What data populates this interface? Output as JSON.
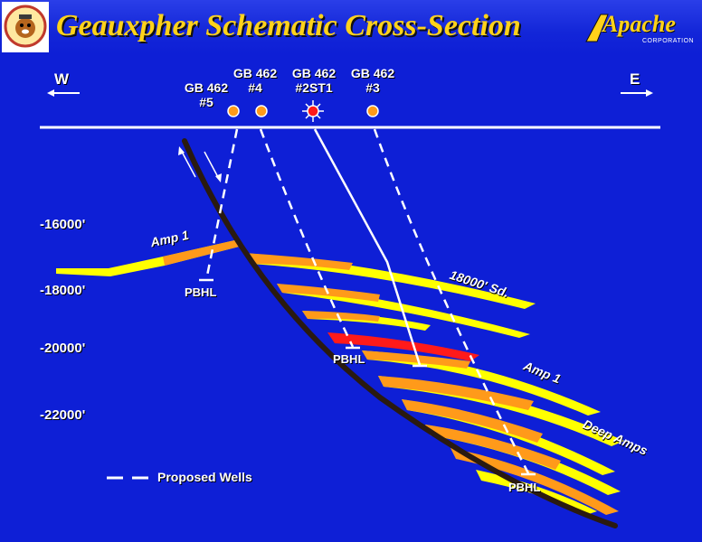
{
  "title": "Geauxpher Schematic Cross-Section",
  "brand": {
    "name": "Apache",
    "subtitle": "CORPORATION"
  },
  "compass": {
    "west": "W",
    "east": "E"
  },
  "wells": [
    {
      "id": "gb462-5",
      "line1": "GB 462",
      "line2": "#5",
      "type": "proposed"
    },
    {
      "id": "gb462-4",
      "line1": "GB 462",
      "line2": "#4",
      "type": "proposed"
    },
    {
      "id": "gb462-2st1",
      "line1": "GB 462",
      "line2": "#2ST1",
      "type": "existing"
    },
    {
      "id": "gb462-3",
      "line1": "GB 462",
      "line2": "#3",
      "type": "proposed"
    }
  ],
  "depth_labels": [
    "-16000'",
    "-18000'",
    "-20000'",
    "-22000'"
  ],
  "pbhl_labels": [
    "PBHL",
    "PBHL",
    "PBHL"
  ],
  "layer_labels": {
    "amp1_west": "Amp 1",
    "sd_18000": "18000' Sd.",
    "amp1_east": "Amp 1",
    "deep_amps": "Deep Amps"
  },
  "legend": {
    "label": "Proposed Wells"
  },
  "colors": {
    "background": "#0e1fd6",
    "title": "#ffd21a",
    "yellow_sand": "#ffff00",
    "orange_sand": "#ff9a1a",
    "red_sand": "#ff1a1a",
    "fault": "#2a1a10"
  }
}
